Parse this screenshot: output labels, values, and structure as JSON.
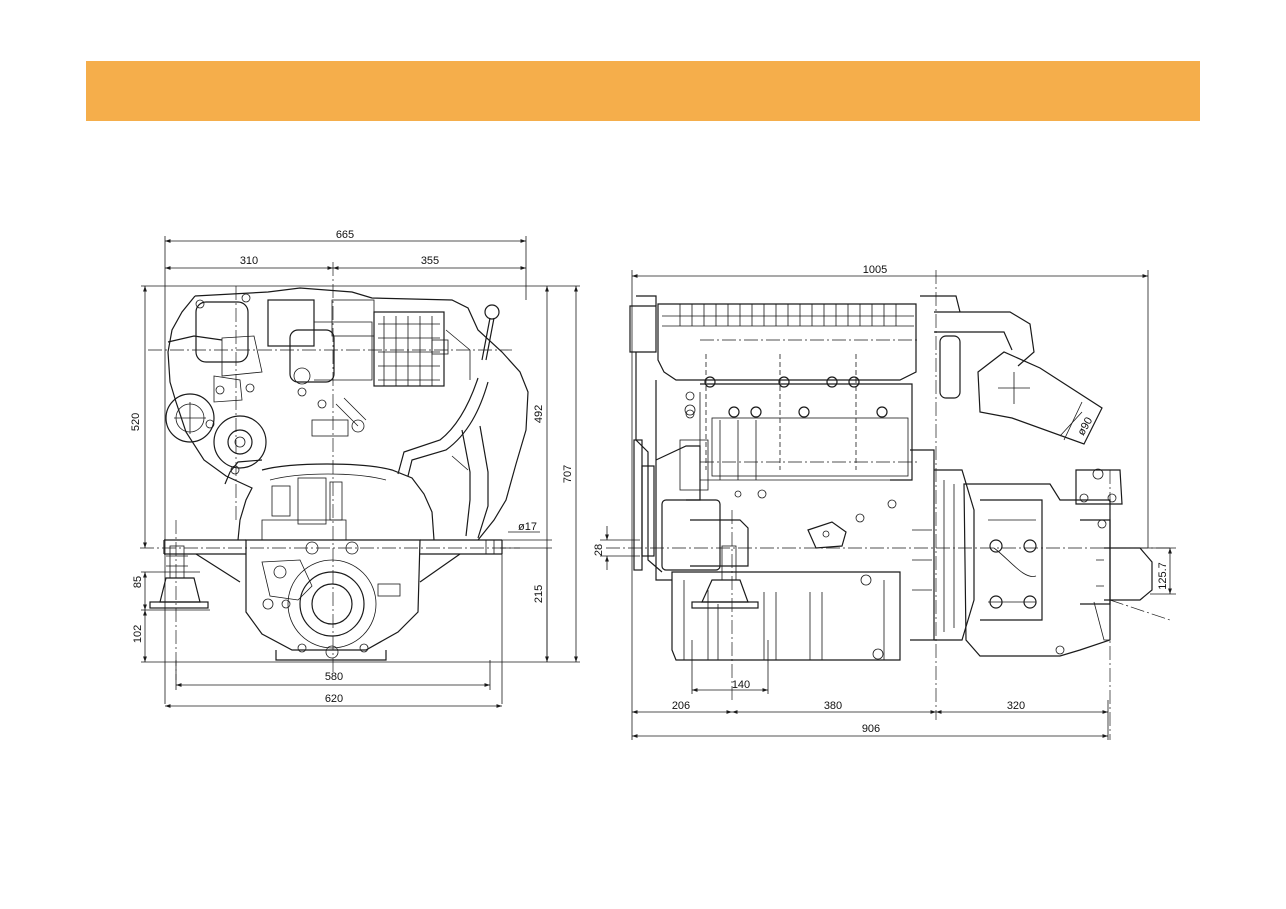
{
  "colors": {
    "banner": "#f5ae4b",
    "line": "#1a1a1a"
  },
  "front_view": {
    "dims": {
      "overall_width": "665",
      "left_to_center": "310",
      "center_to_right": "355",
      "height_to_center": "520",
      "height_492": "492",
      "overall_height": "707",
      "mount_height": "85",
      "base_height": "102",
      "lower_height": "215",
      "hole_diameter": "ø17",
      "mount_span_inner": "580",
      "mount_span_outer": "620"
    }
  },
  "side_view": {
    "dims": {
      "overall_length": "1005",
      "exhaust_diameter": "ø90",
      "offset_28": "28",
      "shaft_offset": "125.7",
      "mount_foot": "140",
      "front_to_mount": "206",
      "mount_to_flywheel": "380",
      "gearbox_length": "320",
      "total_length": "906"
    }
  }
}
